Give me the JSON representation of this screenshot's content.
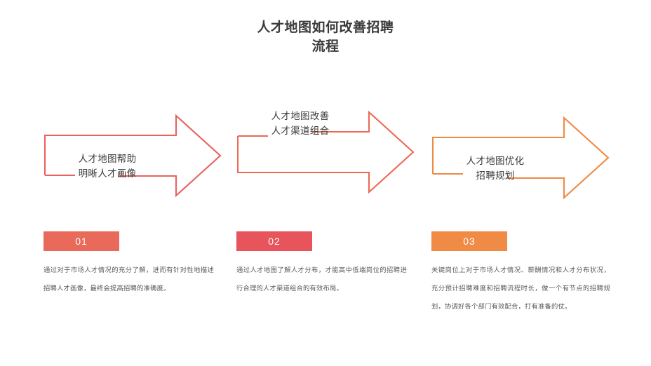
{
  "page": {
    "background_color": "#ffffff",
    "title_line1": "人才地图如何改善招聘",
    "title_line2": "流程",
    "title_color": "#3b3b3b"
  },
  "colors": {
    "arrow1_stroke": "#E8635E",
    "arrow2_stroke": "#EA6A56",
    "arrow3_stroke": "#EE8A43",
    "badge1": "#E9695A",
    "badge2": "#E8545B",
    "badge3": "#F08B46",
    "body_text": "#585858",
    "label_text": "#3a3a3a"
  },
  "arrows": [
    {
      "index": 1,
      "label_line1": "人才地图帮助",
      "label_line2": "明晰人才画像",
      "stroke_color": "#E8635E",
      "gap_side": "bottom"
    },
    {
      "index": 2,
      "label_line1": "人才地图改善",
      "label_line2": "人才渠道组合",
      "stroke_color": "#EA6A56",
      "gap_side": "top"
    },
    {
      "index": 3,
      "label_line1": "人才地图优化",
      "label_line2": "招聘规划",
      "stroke_color": "#EE8A43",
      "gap_side": "bottom"
    }
  ],
  "steps": [
    {
      "number": "01",
      "badge_color": "#E9695A",
      "text": "通过对于市场人才情况的充分了解，进而有针对性地描述招聘人才画像，最终会提高招聘的准确度。"
    },
    {
      "number": "02",
      "badge_color": "#E8545B",
      "text": "通过人才地图了解人才分布，才能高中低端岗位的招聘进行合理的人才渠道组合的有效布局。"
    },
    {
      "number": "03",
      "badge_color": "#F08B46",
      "text": "关键岗位上对于市场人才情况、薪酬情况和人才分布状况，充分预计招聘难度和招聘流程时长，做一个有节点的招聘规划，协调好各个部门有效配合，打有准备的仗。"
    }
  ]
}
